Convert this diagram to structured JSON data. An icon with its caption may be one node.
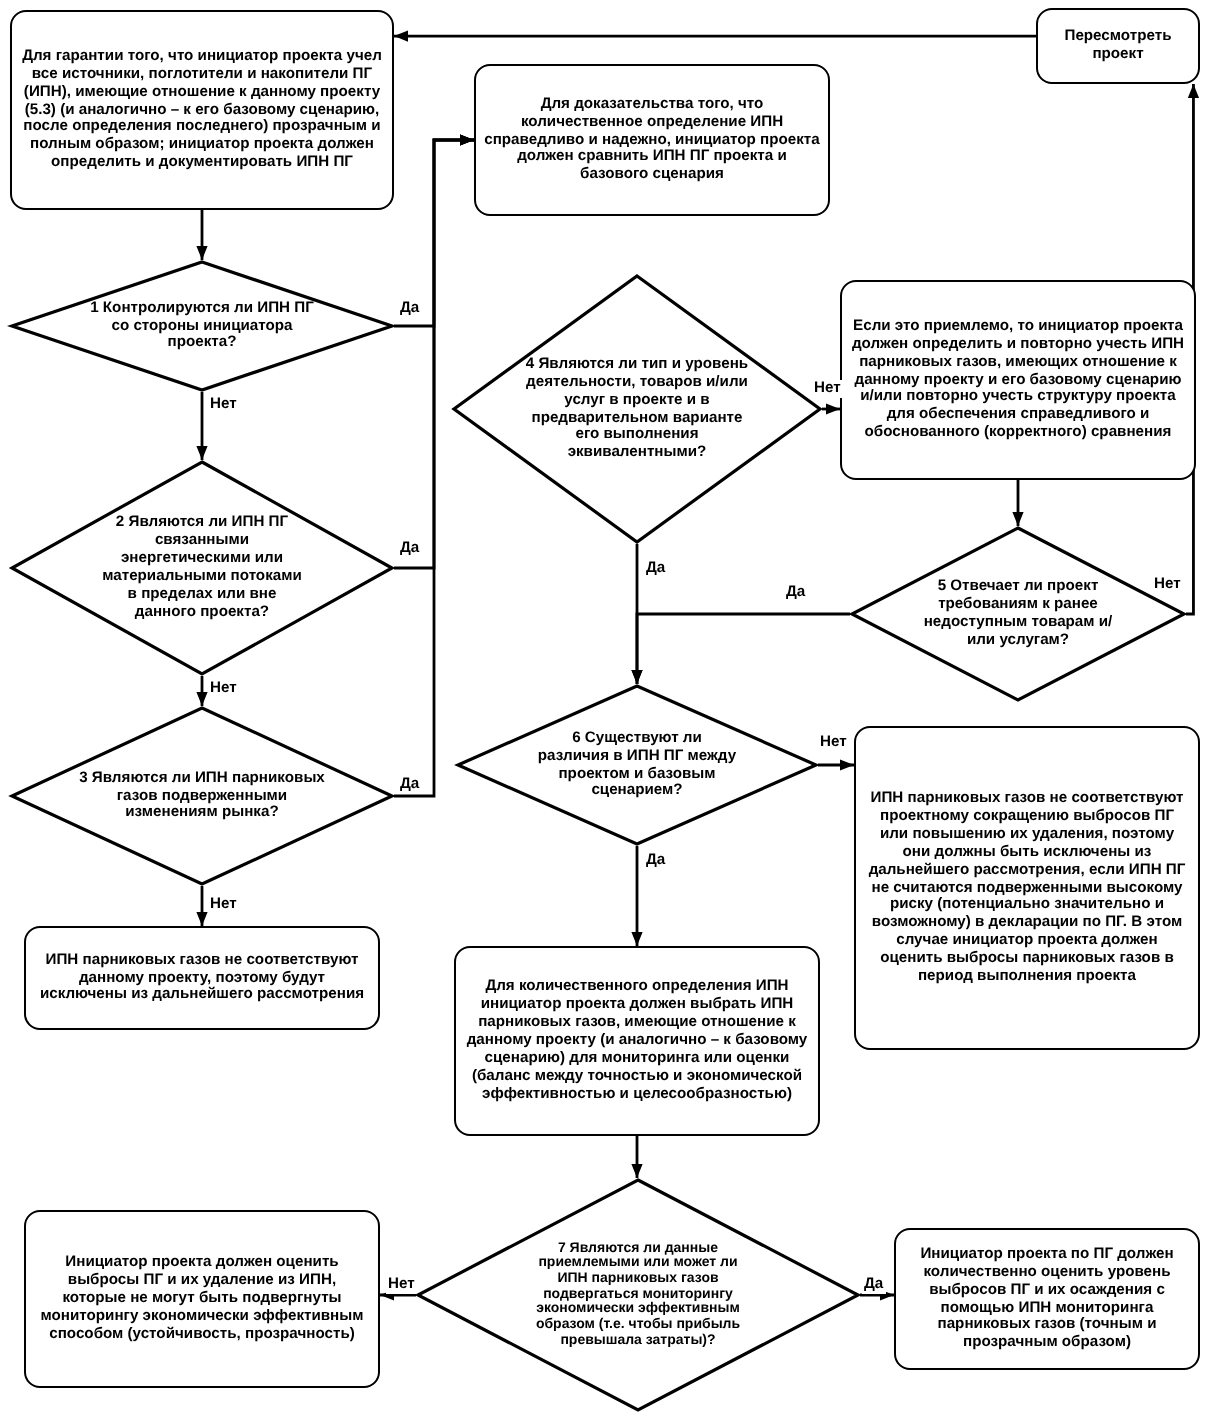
{
  "diagram": {
    "nodes": [
      {
        "text": [
          "Для гарантии того, что инициатор проекта учел все источники, поглотители и накопители ПГ (ИПН), имеющие отношение к данному проекту (5.3) (и аналогично – к его базовому сценарию, после определения последнего) прозрачным и полным образом; инициатор проекта должен определить и документировать ИПН ПГ"
        ]
      },
      {
        "text": [
          "Пересмотреть проект"
        ]
      },
      {
        "text": [
          "Для доказательства того, что количественное определение ИПН справедливо и надежно, инициатор проекта должен сравнить ИПН ПГ проекта и базового сценария"
        ]
      },
      {
        "text": [
          "1 Контролируются ли ИПН ПГ со стороны инициатора проекта?"
        ]
      },
      {
        "text": [
          "2 Являются ли ИПН ПГ связанными энергетическими или материальными потоками в пределах или вне данного проекта?"
        ]
      },
      {
        "text": [
          "3 Являются ли ИПН парниковых газов подверженными изменениям рынка?"
        ]
      },
      {
        "text": [
          "ИПН парниковых газов не соответствуют данному проекту, поэтому будут исключены из дальнейшего рассмотрения"
        ]
      },
      {
        "text": [
          "4 Являются ли тип и уровень деятельности, товаров и/или услуг в проекте и в предварительном варианте его выполнения эквивалентными?"
        ]
      },
      {
        "text": [
          "Если это приемлемо, то инициатор проекта должен определить и повторно учесть ИПН парниковых газов, имеющих отношение к данному проекту и его базовому сценарию и/или повторно учесть структуру проекта для обеспечения справедливого и обоснованного (корректного) сравнения"
        ]
      },
      {
        "text": [
          "5 Отвечает ли проект требованиям к ранее недоступным товарам и/или услугам?"
        ]
      },
      {
        "text": [
          "6 Существуют ли различия в ИПН ПГ между проектом и базовым сценарием?"
        ]
      },
      {
        "text": [
          "ИПН парниковых газов не соответствуют проектному сокращению выбросов ПГ или повышению их удаления, поэтому они должны быть исключены из дальнейшего рассмотрения, если ИПН ПГ не считаются подверженными высокому риску (потенциально значительно и возможному) в декларации по ПГ. В этом случае инициатор проекта должен оценить выбросы парниковых газов в период выполнения проекта"
        ]
      },
      {
        "text": [
          "Для количественного определения ИПН инициатор проекта должен выбрать ИПН парниковых газов, имеющие отношение к данному проекту (и аналогично – к базовому сценарию) для мониторинга или оценки (баланс между точностью и экономической эффективностью и целесообразностью)"
        ]
      },
      {
        "text": [
          "7 Являются ли данные приемлемыми или может ли ИПН парниковых газов подвергаться мониторингу экономически эффективным образом (т.е. чтобы прибыль превышала затраты)?"
        ]
      },
      {
        "text": [
          "Инициатор проекта должен оценить выбросы ПГ и их удаление из ИПН, которые не могут быть подвергнуты мониторингу экономически эффективным способом (устойчивость, прозрачность)"
        ]
      },
      {
        "text": [
          "Инициатор проекта по ПГ должен количественно оценить уровень выбросов ПГ и их осаждения с помощью ИПН мониторинга парниковых газов (точным и прозрачным образом)"
        ]
      }
    ],
    "edges": [
      {
        "from": 0,
        "to": 3,
        "arrow": "to"
      },
      {
        "from": 3,
        "to": 2,
        "arrow": "to",
        "label": "Да"
      },
      {
        "from": 3,
        "to": 4,
        "arrow": "to",
        "label": "Нет"
      },
      {
        "from": 4,
        "to": 2,
        "arrow": "to",
        "label": "Да"
      },
      {
        "from": 4,
        "to": 5,
        "arrow": "to",
        "label": "Нет"
      },
      {
        "from": 5,
        "to": 2,
        "arrow": "to",
        "label": "Да"
      },
      {
        "from": 5,
        "to": 6,
        "arrow": "to",
        "label": "Нет"
      },
      {
        "from": 7,
        "to": 8,
        "arrow": "to",
        "label": "Нет"
      },
      {
        "from": 7,
        "to": 10,
        "arrow": "to",
        "label": "Да"
      },
      {
        "from": 8,
        "to": 9,
        "arrow": "to"
      },
      {
        "from": 9,
        "to": 10,
        "arrow": "to",
        "label": "Да"
      },
      {
        "from": 9,
        "to": 1,
        "arrow": "to",
        "label": "Нет"
      },
      {
        "from": 1,
        "to": 0,
        "arrow": "to"
      },
      {
        "from": 10,
        "to": 11,
        "arrow": "to",
        "label": "Нет"
      },
      {
        "from": 10,
        "to": 12,
        "arrow": "to",
        "label": "Да"
      },
      {
        "from": 12,
        "to": 13,
        "arrow": "to"
      },
      {
        "from": 13,
        "to": 14,
        "arrow": "to",
        "label": "Нет"
      },
      {
        "from": 13,
        "to": 15,
        "arrow": "to",
        "label": "Да"
      }
    ]
  }
}
